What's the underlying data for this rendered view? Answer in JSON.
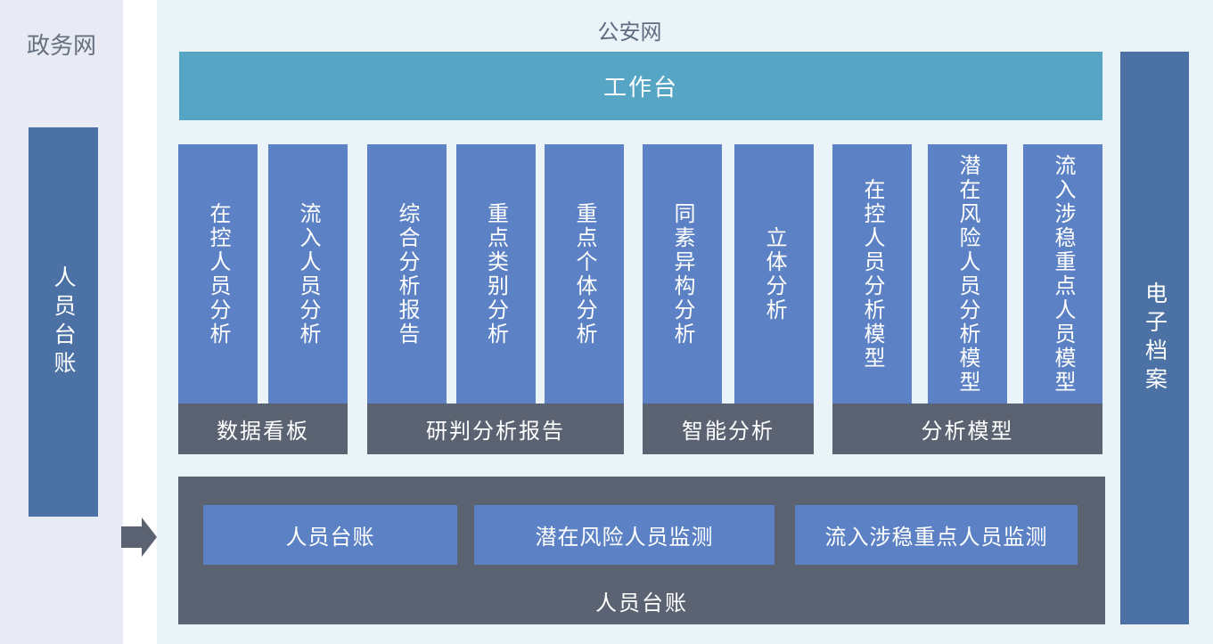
{
  "left_panel": {
    "title": "政务网",
    "bar_label": "人员台账"
  },
  "main_panel": {
    "title": "公安网",
    "workbench_label": "工作台",
    "groups": [
      {
        "label": "数据看板",
        "items": [
          "在控人员分析",
          "流入人员分析"
        ]
      },
      {
        "label": "研判分析报告",
        "items": [
          "综合分析报告",
          "重点类别分析",
          "重点个体分析"
        ]
      },
      {
        "label": "智能分析",
        "items": [
          "同素异构分析",
          "立体分析"
        ]
      },
      {
        "label": "分析模型",
        "items": [
          "在控人员分析模型",
          "潜在风险人员分析模型",
          "流入涉稳重点人员模型"
        ]
      }
    ],
    "bottom_box": {
      "label": "人员台账",
      "buttons": [
        "人员台账",
        "潜在风险人员监测",
        "流入涉稳重点人员监测"
      ]
    },
    "right_bar_label": "电子档案"
  },
  "colors": {
    "left_panel_bg": "#e8ebf4",
    "main_panel_bg": "#eaf3f8",
    "workbench_teal": "#56a5c5",
    "module_blue": "#5c82c5",
    "side_bar_blue": "#4b71a5",
    "slate_gray": "#5b6372",
    "title_text": "#5d6c80",
    "bar_text": "#ffffff"
  }
}
